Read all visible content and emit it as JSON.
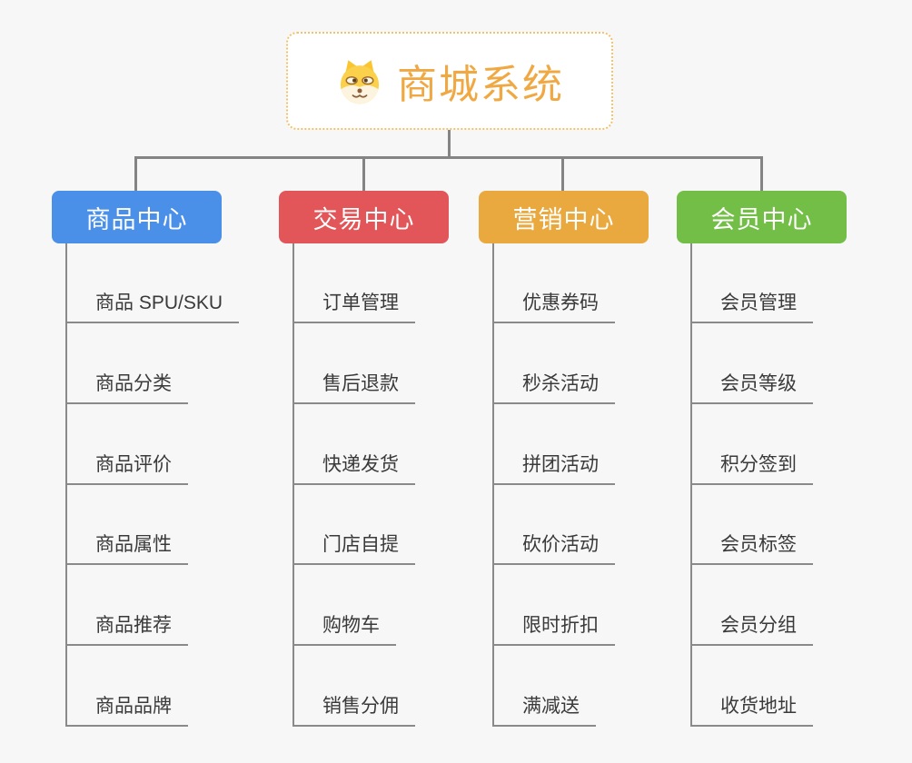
{
  "root": {
    "title": "商城系统",
    "title_color": "#f0a843",
    "border_color": "#f2c169",
    "icon": "doge-face-icon"
  },
  "connector_color": "#848484",
  "branches": [
    {
      "label": "商品中心",
      "color": "#4a8fe8",
      "items": [
        "商品 SPU/SKU",
        "商品分类",
        "商品评价",
        "商品属性",
        "商品推荐",
        "商品品牌"
      ]
    },
    {
      "label": "交易中心",
      "color": "#e25558",
      "items": [
        "订单管理",
        "售后退款",
        "快递发货",
        "门店自提",
        "购物车",
        "销售分佣"
      ]
    },
    {
      "label": "营销中心",
      "color": "#eaa93f",
      "items": [
        "优惠券码",
        "秒杀活动",
        "拼团活动",
        "砍价活动",
        "限时折扣",
        "满减送"
      ]
    },
    {
      "label": "会员中心",
      "color": "#72be47",
      "items": [
        "会员管理",
        "会员等级",
        "积分签到",
        "会员标签",
        "会员分组",
        "收货地址"
      ]
    }
  ]
}
